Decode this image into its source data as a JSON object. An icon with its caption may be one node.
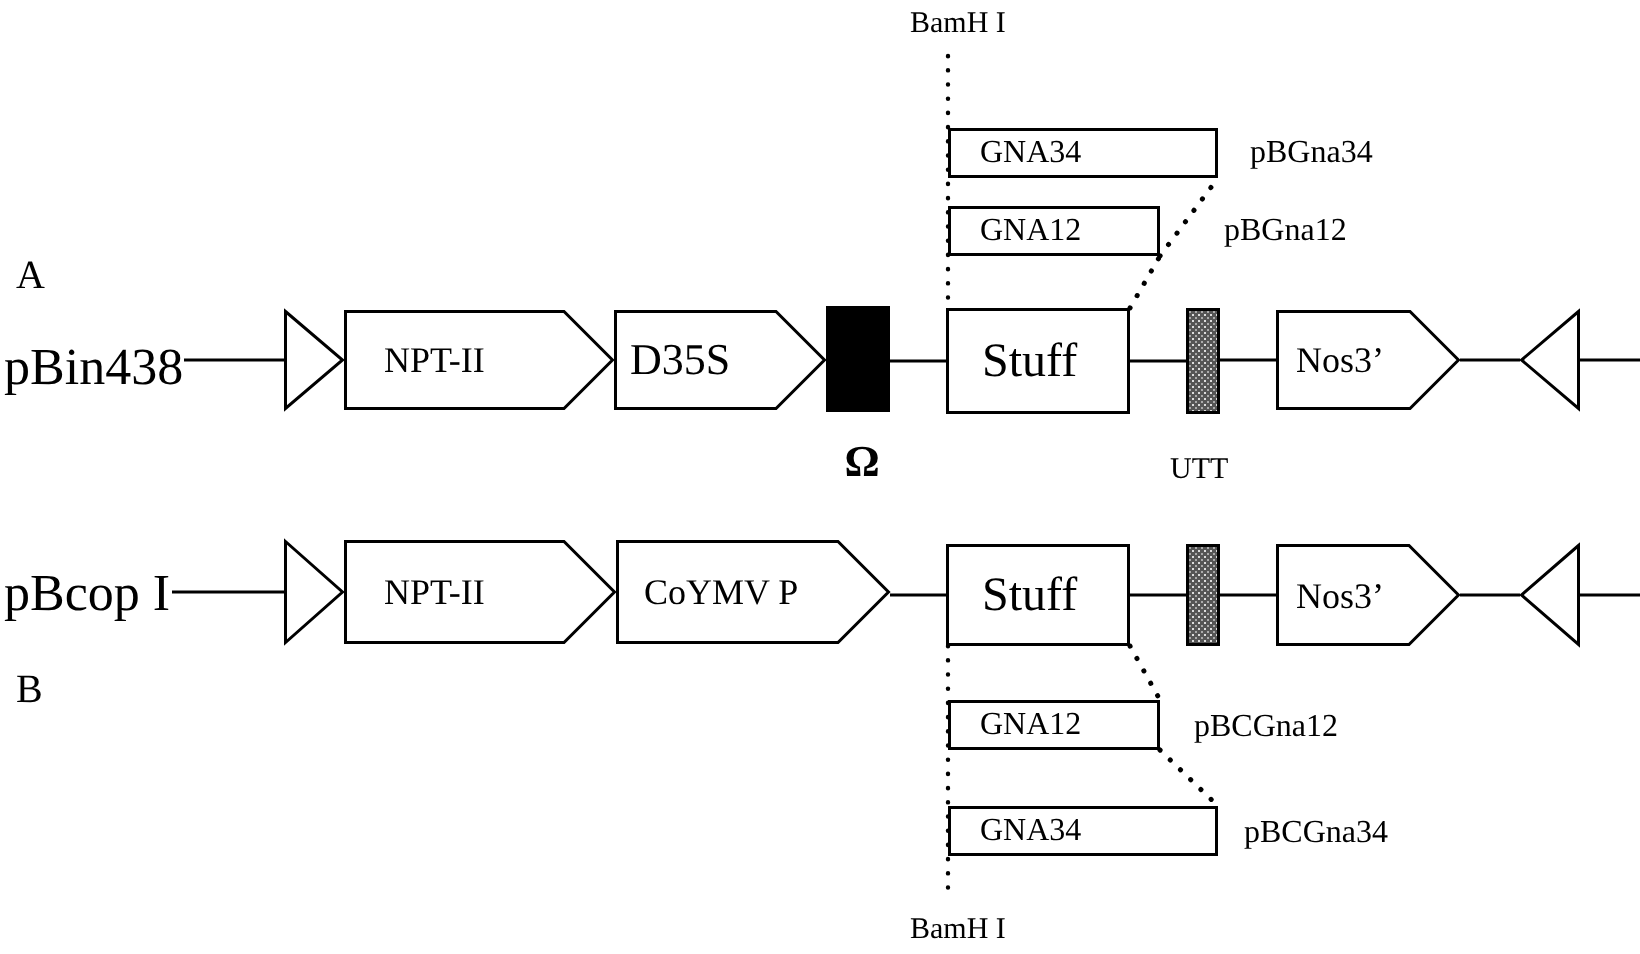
{
  "diagram": {
    "nodes": [
      {
        "text": [
          "pBin438"
        ]
      },
      {
        "text": [],
        "shape": "triangle"
      },
      {
        "text": [
          "NPT-II"
        ]
      },
      {
        "text": [
          "D35S"
        ]
      },
      {
        "text": [],
        "shape": "box",
        "beside": [
          "Ω"
        ]
      },
      {
        "text": [
          "Stuff"
        ]
      },
      {
        "text": [],
        "shape": "box",
        "beside": [
          "UTT"
        ]
      },
      {
        "text": [
          "Nos3’"
        ]
      },
      {
        "text": [],
        "shape": "triangle"
      },
      {
        "text": [
          "GNA34"
        ],
        "beside": [
          "pBGna34"
        ]
      },
      {
        "text": [
          "GNA12"
        ],
        "beside": [
          "pBGna12"
        ]
      },
      {
        "text": [
          "pBcop I"
        ]
      },
      {
        "text": [],
        "shape": "triangle"
      },
      {
        "text": [
          "NPT-II"
        ]
      },
      {
        "text": [
          "CoYMV P"
        ]
      },
      {
        "text": [
          "Stuff"
        ]
      },
      {
        "text": [],
        "shape": "box"
      },
      {
        "text": [
          "Nos3’"
        ]
      },
      {
        "text": [],
        "shape": "triangle"
      },
      {
        "text": [
          "GNA12"
        ],
        "beside": [
          "pBCGna12"
        ]
      },
      {
        "text": [
          "GNA34"
        ],
        "beside": [
          "pBCGna34"
        ]
      }
    ],
    "edges": [
      {
        "from": 0,
        "to": 1,
        "arrow": "none"
      },
      {
        "from": 4,
        "to": 5,
        "arrow": "none"
      },
      {
        "from": 5,
        "to": 6,
        "arrow": "none"
      },
      {
        "from": 6,
        "to": 7,
        "arrow": "none"
      },
      {
        "from": 7,
        "to": 8,
        "arrow": "none"
      },
      {
        "from": 8,
        "to": null,
        "arrow": "none"
      },
      {
        "from": 5,
        "to": 10,
        "arrow": "none",
        "style": "dashed"
      },
      {
        "from": 10,
        "to": 9,
        "arrow": "none",
        "style": "dashed"
      },
      {
        "from": 11,
        "to": 12,
        "arrow": "none"
      },
      {
        "from": 14,
        "to": 15,
        "arrow": "none"
      },
      {
        "from": 15,
        "to": 16,
        "arrow": "none"
      },
      {
        "from": 16,
        "to": 17,
        "arrow": "none"
      },
      {
        "from": 17,
        "to": 18,
        "arrow": "none"
      },
      {
        "from": 18,
        "to": null,
        "arrow": "none"
      },
      {
        "from": 15,
        "to": 19,
        "arrow": "none",
        "style": "dashed"
      },
      {
        "from": 19,
        "to": 20,
        "arrow": "none",
        "style": "dashed"
      }
    ],
    "labels": [
      "BamH I",
      "A",
      "B",
      "BamH I"
    ]
  }
}
